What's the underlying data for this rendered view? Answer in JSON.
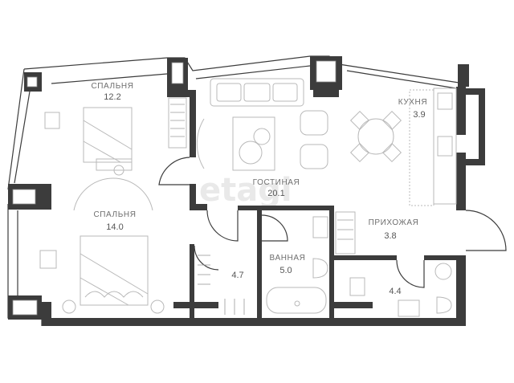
{
  "watermark": "etagi",
  "colors": {
    "wall": "#3c3c3c",
    "furniture": "#b9b9b9",
    "label": "#6e6e6e",
    "watermark": "#e9e9e9"
  },
  "rooms": {
    "bedroom1": {
      "name": "СПАЛЬНЯ",
      "area": "12.2"
    },
    "bedroom2": {
      "name": "СПАЛЬНЯ",
      "area": "14.0"
    },
    "living": {
      "name": "ГОСТИНАЯ",
      "area": "20.1"
    },
    "kitchen": {
      "name": "КУХНЯ",
      "area": "3.9"
    },
    "hallway": {
      "name": "ПРИХОЖАЯ",
      "area": "3.8"
    },
    "bathroom": {
      "name": "ВАННАЯ",
      "area": "5.0"
    },
    "storage": {
      "area": "4.7"
    },
    "wc": {
      "area": "4.4"
    }
  }
}
